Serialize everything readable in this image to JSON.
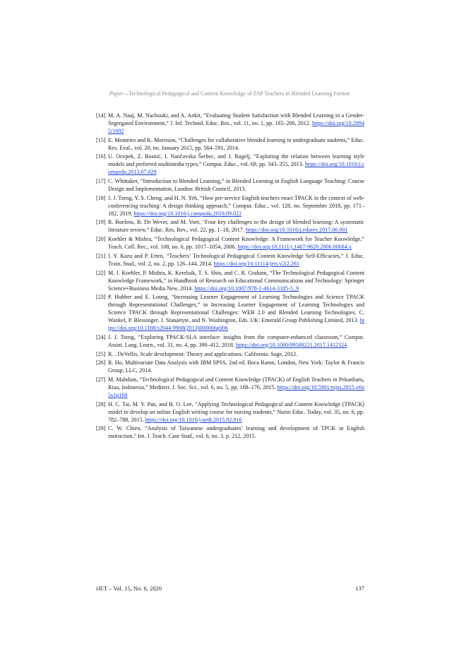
{
  "header": {
    "journal": "Paper",
    "title": "—Technological Pedagogical and Content Knowledge of ESP Teachers in Blended Learning Format"
  },
  "references": [
    {
      "num": "[14]",
      "text": "M. A. Naaj, M. Nachouki, and A. Ankit, “Evaluating Student Satisfaction with Blended Learning in a Gender-Segregated Environment,” J. Inf. Technol. Educ. Res., vol. 11, no. 1, pp. 185–200, 2012. ",
      "link": "https://doi.org/10.28945/1692"
    },
    {
      "num": "[15]",
      "text": "E. Monteiro and K. Morrison, “Challenges for collaborative blended learning in undergraduate students,” Educ. Res. Eval., vol. 20, no. January 2015, pp. 564–591, 2014.",
      "link": ""
    },
    {
      "num": "[16]",
      "text": "U. Ocepek, Z. Bosnić, I. Nančovska Šerbec, and J. Rugelj, “Exploring the relation between learning style models and preferred multimedia types,” Comput. Educ., vol. 69, pp. 343–355, 2013. ",
      "link": "https://doi.org/10.1016/j.compedu.2013.07.029"
    },
    {
      "num": "[17]",
      "text": "C. Whittaker, “Introduction to Blended Learning,” in Blended Learning in English Language Teaching: Course Design and Implementation, London: British Council, 2013.",
      "link": ""
    },
    {
      "num": "[18]",
      "text": "J. J. Tseng, Y. S. Cheng, and H. N. Yeh, “How pre-service English teachers enact TPACK in the context of web-conferencing teaching: A design thinking approach,” Comput. Educ., vol. 128, no. September 2018, pp. 171–182, 2019. ",
      "link": "https://doi.org/10.1016/j.compedu.2018.09.022"
    },
    {
      "num": "[19]",
      "text": "R. Boelens, B. De Wever, and M. Voet, “Four key challenges to the design of blended learning: A systematic literature review,” Educ. Res. Rev., vol. 22, pp. 1–18, 2017. ",
      "link": "https://doi.org/10.1016/j.edurev.2017.06.001"
    },
    {
      "num": "[20]",
      "text": "Koehler & Mishra, “Technological Pedagogical Content Knowledge: A Framework for Teacher Knowledge,” Teach. Coll. Rec., vol. 108, no. 6, pp. 1017–1054, 2006. ",
      "link": "https://doi.org/10.1111/j.1467-9620.2006.00684.x"
    },
    {
      "num": "[21]",
      "text": "I. Y. Kazu and P. Erten, “Teachers’ Technological Pedagogical Content Knowledge Self-Efficacies,” J. Educ. Train. Stud., vol. 2, no. 2, pp. 126–144, 2014. ",
      "link": "https://doi.org/10.11114/jets.v2i2.261"
    },
    {
      "num": "[22]",
      "text": "M. J. Koehler, P. Mishra, K. Kereluik, T. S. Shin, and C. R. Graham, “The Technological Pedagogical Content Knowledge Framework,” in Handbook of Research on Educational Communications and Technology: Springer Science+Business Media New, 2014. ",
      "link": "https://doi.org/10.1007/978-1-4614-3185-5_9"
    },
    {
      "num": "[23]",
      "text": "P. Hubber and E. Loong, “Increasing Learner Engagement of Learning Technologies and Science TPACK through Representational Challenges,” in Increasing Learner Engagement of Learning Technologies and Science TPACK through Representational Challenges: WEB 2.0 and Blended Learning Technologies, C. Wankel, P. Blessinger, J. Stanaityte, and N. Washington, Eds. UK: Emerald Group Publishing Limited, 2013. ",
      "link": "https://doi.org/10.1108/s2044-9968(2013)000006g006"
    },
    {
      "num": "[24]",
      "text": "J. J. Tseng, “Exploring TPACK-SLA interface: insights from the computer-enhanced classroom,” Comput. Assist. Lang. Learn., vol. 31, no. 4, pp. 390–412, 2018. ",
      "link": "https://doi.org/10.1080/09588221.2017.1412324"
    },
    {
      "num": "[25]",
      "text": "R. . DeVellis, Scale development: Theory and applications. California: Sage, 2012.",
      "link": ""
    },
    {
      "num": "[26]",
      "text": "R. Ho, Multivariate Data Analysis with IBM SPSS, 2nd ed. Boca Raton, London, New York: Taylor & Francis Group, LLC, 2014.",
      "link": ""
    },
    {
      "num": "[27]",
      "text": "M. Mahdum, “Technological Pedagogical and Content Knowledge (TPACK) of English Teachers in Pekanbaru, Riau, Indonesia,” Mediterr. J. Soc. Sci., vol. 6, no. 5, pp. 168–176, 2015. ",
      "link": "https://doi.org/10.5901/mjss.2015.v6n5s1p168"
    },
    {
      "num": "[28]",
      "text": "H. C. Tai, M. Y. Pan, and B. O. Lee, “Applying Technological Pedagogical and Content Knowledge (TPACK) model to develop an online English writing course for nursing students,” Nurse Educ. Today, vol. 35, no. 6, pp. 782–788, 2015. ",
      "link": "https://doi.org/10.1016/j.nedt.2015.02.016"
    },
    {
      "num": "[29]",
      "text": "C. W. Chien, “Analysis of Taiwanese undergraduates’ learning and development of TPCK in English instruction,” Int. J. Teach. Case Stud., vol. 6, no. 3, p. 212, 2015.",
      "link": ""
    }
  ],
  "footer": {
    "journal": "iJET ‒ Vol. 15, No. 6, 2020",
    "page": "137"
  }
}
